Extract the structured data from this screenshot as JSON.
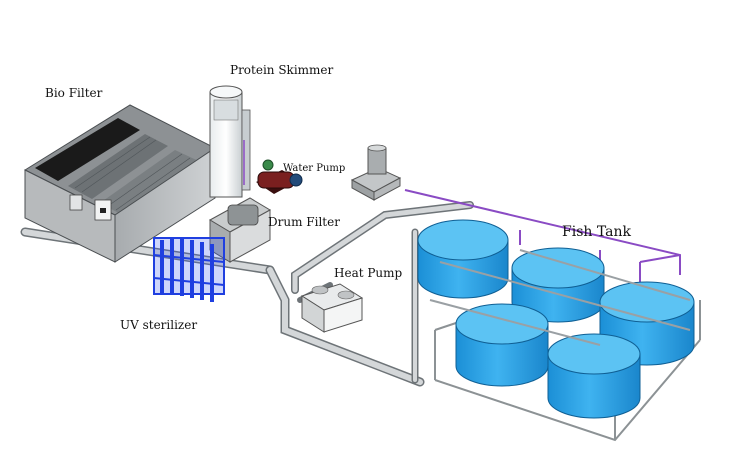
{
  "labels": {
    "bio_filter": "Bio Filter",
    "protein_skimmer": "Protein Skimmer",
    "water_pump": "Water Pump",
    "drum_filter": "Drum Filter",
    "heat_pump": "Heat Pump",
    "uv_sterilizer": "UV sterilizer",
    "fish_tank": "Fish Tank"
  },
  "colors": {
    "pipe": "#c8ccce",
    "pipe_edge": "#6e7478",
    "tank_water": "#2aa3e6",
    "tank_rim": "#8fd3f7",
    "frame_metal": "#9aa0a4",
    "uv_blue": "#1f3fe0",
    "pump_red": "#7a1f1f",
    "box_grey": "#b9bcbe",
    "purple_pipe": "#8a4bc4"
  },
  "icons": [
    "bio-filter-tank",
    "protein-skimmer-column",
    "water-pump",
    "drum-filter",
    "heat-pump-unit",
    "uv-sterilizer-rack",
    "blower-unit",
    "fish-tank"
  ]
}
